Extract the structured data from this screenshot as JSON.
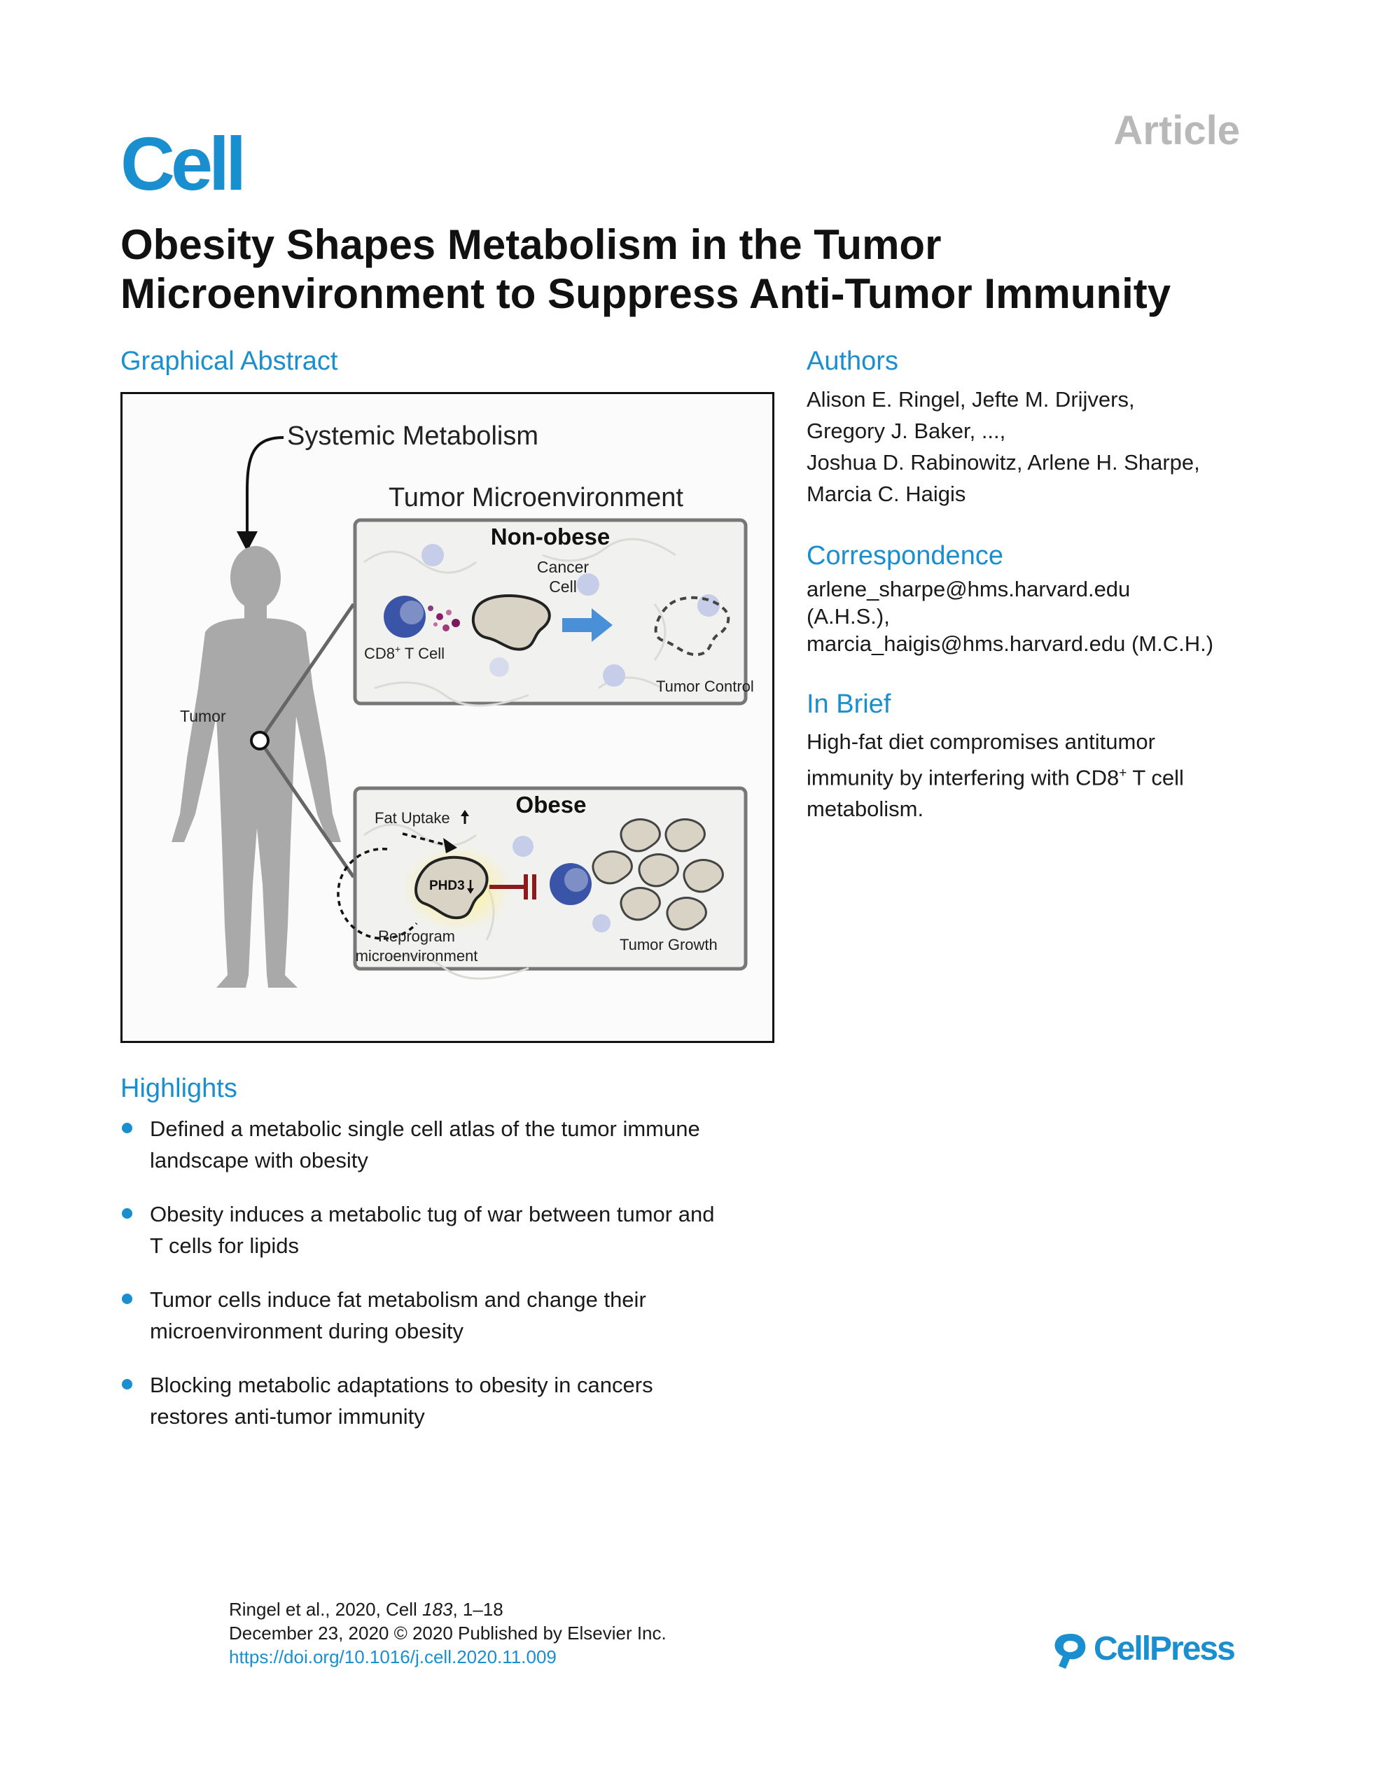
{
  "header": {
    "journal": "Cell",
    "article_type": "Article"
  },
  "title_lines": [
    "Obesity Shapes Metabolism in the Tumor",
    "Microenvironment to Suppress Anti-Tumor Immunity"
  ],
  "graphical_abstract": {
    "heading": "Graphical Abstract",
    "systemic_metabolism": "Systemic Metabolism",
    "tumor_microenvironment": "Tumor Microenvironment",
    "tumor_label": "Tumor",
    "non_obese": {
      "title": "Non-obese",
      "cancer_cell_line1": "Cancer",
      "cancer_cell_line2": "Cell",
      "cd8_cell": "CD8",
      "cd8_sup": "+",
      "cd8_rest": " T Cell",
      "tumor_control": "Tumor Control"
    },
    "obese": {
      "title": "Obese",
      "fat_uptake": "Fat Uptake",
      "phd3": "PHD3",
      "reprogram_line1": "Reprogram",
      "reprogram_line2": "microenvironment",
      "tumor_growth": "Tumor Growth"
    },
    "colors": {
      "t_cell": "#3a54a8",
      "tumor_cell": "#d8d3c5",
      "arrow_blue": "#4a90d9",
      "inhibit_red": "#8b1a1a",
      "body_gray": "#a9a9a9"
    }
  },
  "authors": {
    "heading": "Authors",
    "lines": [
      "Alison E. Ringel, Jefte M. Drijvers,",
      "Gregory J. Baker, ...,",
      "Joshua D. Rabinowitz, Arlene H. Sharpe,",
      "Marcia C. Haigis"
    ]
  },
  "correspondence": {
    "heading": "Correspondence",
    "lines": [
      "arlene_sharpe@hms.harvard.edu",
      "(A.H.S.),",
      "marcia_haigis@hms.harvard.edu (M.C.H.)"
    ]
  },
  "in_brief": {
    "heading": "In Brief",
    "lines": [
      "High-fat diet compromises antitumor",
      "immunity by interfering with CD8",
      "+",
      " T cell",
      "metabolism."
    ]
  },
  "highlights": {
    "heading": "Highlights",
    "items": [
      {
        "line1": "Defined a metabolic single cell atlas of the tumor immune",
        "line2": "landscape with obesity"
      },
      {
        "line1": "Obesity induces a metabolic tug of war between tumor and",
        "line2": "T cells for lipids"
      },
      {
        "line1": "Tumor cells induce fat metabolism and change their",
        "line2": "microenvironment during obesity"
      },
      {
        "line1": "Blocking metabolic adaptations to obesity in cancers",
        "line2": "restores anti-tumor immunity"
      }
    ]
  },
  "citation": {
    "authors": "Ringel et al., 2020, Cell ",
    "volume": "183",
    "pages": ", 1–18",
    "date_line": "December 23, 2020 © 2020 Published by Elsevier Inc.",
    "doi": "https://doi.org/10.1016/j.cell.2020.11.009"
  },
  "publisher": "CellPress"
}
